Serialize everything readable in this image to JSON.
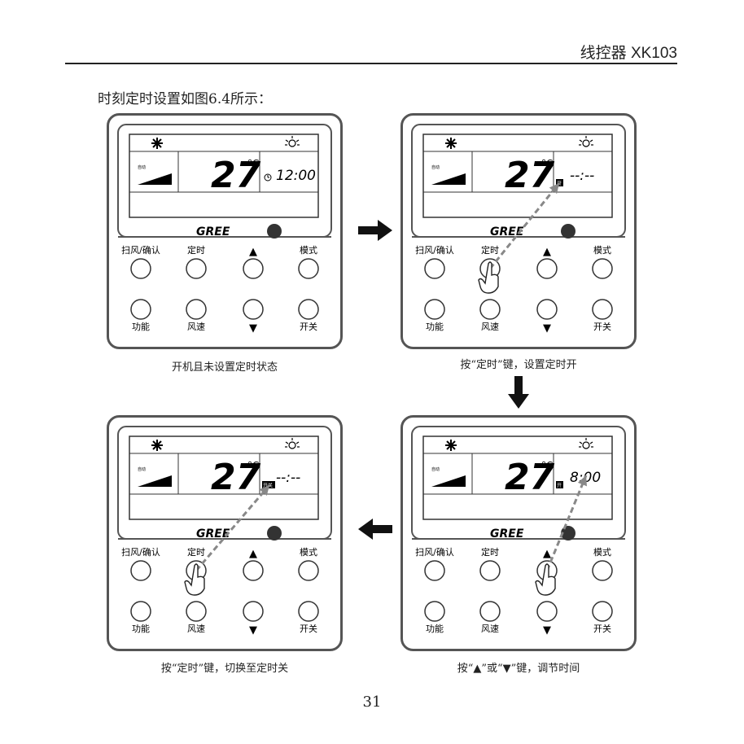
{
  "header": {
    "title": "线控器 XK103"
  },
  "intro": "时刻定时设置如图6.4所示：",
  "page_number": "31",
  "icons": {
    "snow": "snowflake-icon",
    "sun": "light-icon",
    "clock": "clock-icon",
    "hand": "hand-pointer-icon"
  },
  "panels": [
    {
      "caption": "开机且未设置定时状态",
      "display": {
        "temp": "27",
        "unit": "°C",
        "mode": "自动",
        "time": "12:00",
        "timer_tag": ""
      },
      "brand": "GREE",
      "buttons": {
        "b1": "扫风/确认",
        "b2": "定时",
        "b3": "▲",
        "b4": "模式",
        "b5": "功能",
        "b6": "风速",
        "b7": "▼",
        "b8": "开关"
      }
    },
    {
      "caption": "按“定时”键，设置定时开",
      "display": {
        "temp": "27",
        "unit": "°C",
        "mode": "自动",
        "time": "--:--",
        "timer_tag": "开"
      },
      "brand": "GREE",
      "buttons": {
        "b1": "扫风/确认",
        "b2": "定时",
        "b3": "▲",
        "b4": "模式",
        "b5": "功能",
        "b6": "风速",
        "b7": "▼",
        "b8": "开关"
      }
    },
    {
      "caption": "按“▲”或“▼”键，调节时间",
      "display": {
        "temp": "27",
        "unit": "°C",
        "mode": "自动",
        "time": "8:00",
        "timer_tag": "开"
      },
      "brand": "GREE",
      "buttons": {
        "b1": "扫风/确认",
        "b2": "定时",
        "b3": "▲",
        "b4": "模式",
        "b5": "功能",
        "b6": "风速",
        "b7": "▼",
        "b8": "开关"
      }
    },
    {
      "caption": "按“定时”键，切换至定时关",
      "display": {
        "temp": "27",
        "unit": "°C",
        "mode": "自动",
        "time": "--:--",
        "timer_tag": "开关"
      },
      "brand": "GREE",
      "buttons": {
        "b1": "扫风/确认",
        "b2": "定时",
        "b3": "▲",
        "b4": "模式",
        "b5": "功能",
        "b6": "风速",
        "b7": "▼",
        "b8": "开关"
      }
    }
  ]
}
